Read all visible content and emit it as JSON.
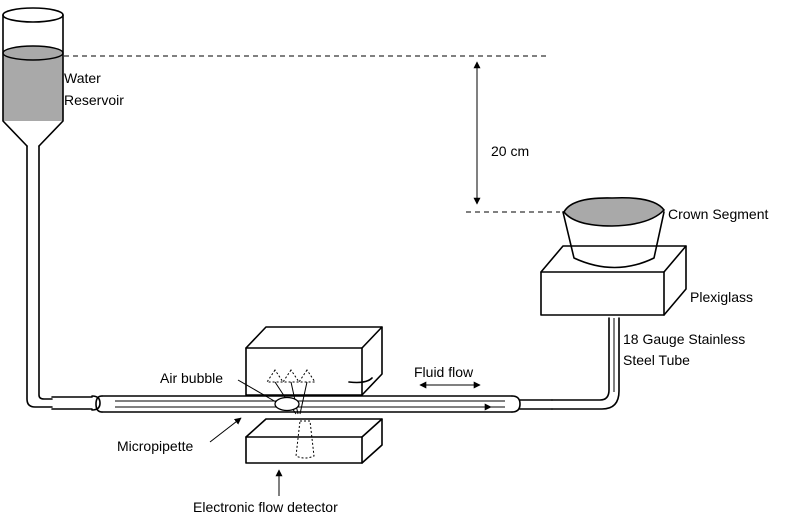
{
  "labels": {
    "water": "Water",
    "reservoir": "Reservoir",
    "height": "20 cm",
    "crown_segment": "Crown Segment",
    "plexiglass": "Plexiglass",
    "tube_line1": "18 Gauge Stainless",
    "tube_line2": "Steel Tube",
    "fluid_flow": "Fluid flow",
    "air_bubble": "Air bubble",
    "micropipette": "Micropipette",
    "detector": "Electronic flow detector"
  },
  "colors": {
    "line": "#000000",
    "water_fill": "#a9a9a9",
    "background": "#ffffff"
  }
}
